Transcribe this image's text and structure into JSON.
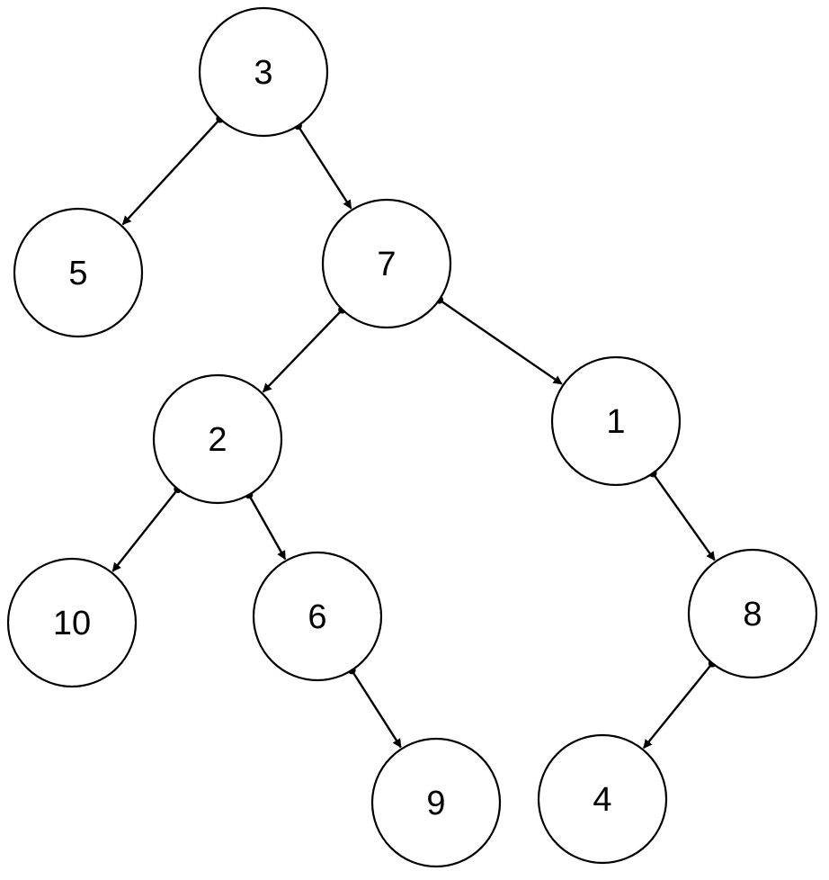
{
  "diagram": {
    "type": "binary-tree",
    "nodes": [
      {
        "id": "n3",
        "label": "3"
      },
      {
        "id": "n5",
        "label": "5"
      },
      {
        "id": "n7",
        "label": "7"
      },
      {
        "id": "n2",
        "label": "2"
      },
      {
        "id": "n1",
        "label": "1"
      },
      {
        "id": "n10",
        "label": "10"
      },
      {
        "id": "n6",
        "label": "6"
      },
      {
        "id": "n8",
        "label": "8"
      },
      {
        "id": "n9",
        "label": "9"
      },
      {
        "id": "n4",
        "label": "4"
      }
    ],
    "edges": [
      {
        "from": "n3",
        "to": "n5"
      },
      {
        "from": "n3",
        "to": "n7"
      },
      {
        "from": "n7",
        "to": "n2"
      },
      {
        "from": "n7",
        "to": "n1"
      },
      {
        "from": "n2",
        "to": "n10"
      },
      {
        "from": "n2",
        "to": "n6"
      },
      {
        "from": "n6",
        "to": "n9"
      },
      {
        "from": "n1",
        "to": "n8"
      },
      {
        "from": "n8",
        "to": "n4"
      }
    ],
    "colors": {
      "stroke": "#000000",
      "fill": "#ffffff",
      "text": "#000000"
    }
  }
}
